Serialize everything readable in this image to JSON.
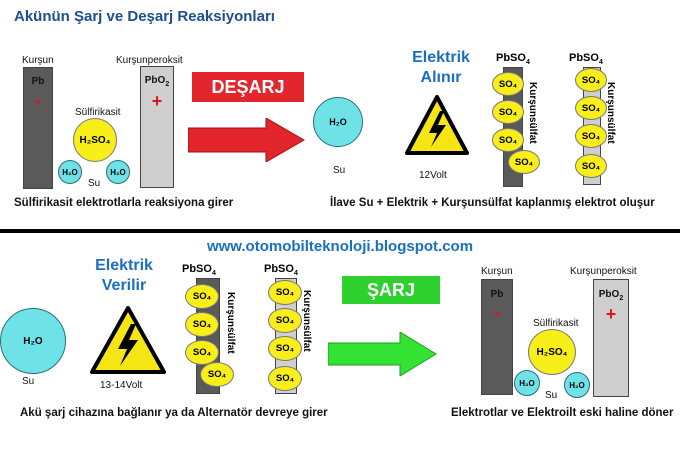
{
  "title": "Akünün Şarj ve Deşarj Reaksiyonları",
  "url": "www.otomobilteknoloji.blogspot.com",
  "colors": {
    "deşarj_box": "#e3262b",
    "sarj_box": "#2ed12e",
    "title": "#1f4e8c",
    "blue_text": "#1a6fc0",
    "sulfate_circle": "#f7ee1a",
    "water_circle": "#6fe2e8"
  },
  "top": {
    "lead_label": "Kurşun",
    "peroxide_label": "Kurşunperoksit",
    "pb": "Pb",
    "pbo2": "PbO",
    "pbo2_sub": "2",
    "minus": "-",
    "plus": "+",
    "acid_label": "Sülfirikasit",
    "h2so4": "H₂SO₄",
    "h2o": "H₂O",
    "su": "Su",
    "desarj": "DEŞARJ",
    "electric_line1": "Elektrik",
    "electric_line2": "Alınır",
    "voltage": "12Volt",
    "pbso4_a": "PbSO",
    "pbso4_b": "PbSO",
    "sub4": "4",
    "so4": "SO₄",
    "sulfat_vertical": "Kurşunsülfat",
    "caption_left": "Sülfirikasit elektrotlarla reaksiyona girer",
    "caption_right": "İlave Su + Elektrik + Kurşunsülfat kaplanmış elektrot oluşur"
  },
  "bottom": {
    "electric_line1": "Elektrik",
    "electric_line2": "Verilir",
    "voltage": "13-14Volt",
    "h2o": "H₂O",
    "su": "Su",
    "pbso4_a": "PbSO",
    "pbso4_b": "PbSO",
    "sub4": "4",
    "so4": "SO₄",
    "sulfat_vertical": "Kurşunsülfat",
    "sarj": "ŞARJ",
    "lead_label": "Kurşun",
    "peroxide_label": "Kurşunperoksit",
    "pb": "Pb",
    "pbo2": "PbO",
    "pbo2_sub": "2",
    "minus": "-",
    "plus": "+",
    "acid_label": "Sülfirikasit",
    "h2so4": "H₂SO₄",
    "caption_left": "Akü şarj cihazına bağlanır ya da Alternatör devreye girer",
    "caption_right": "Elektrotlar ve Elektroilt eski haline döner"
  }
}
